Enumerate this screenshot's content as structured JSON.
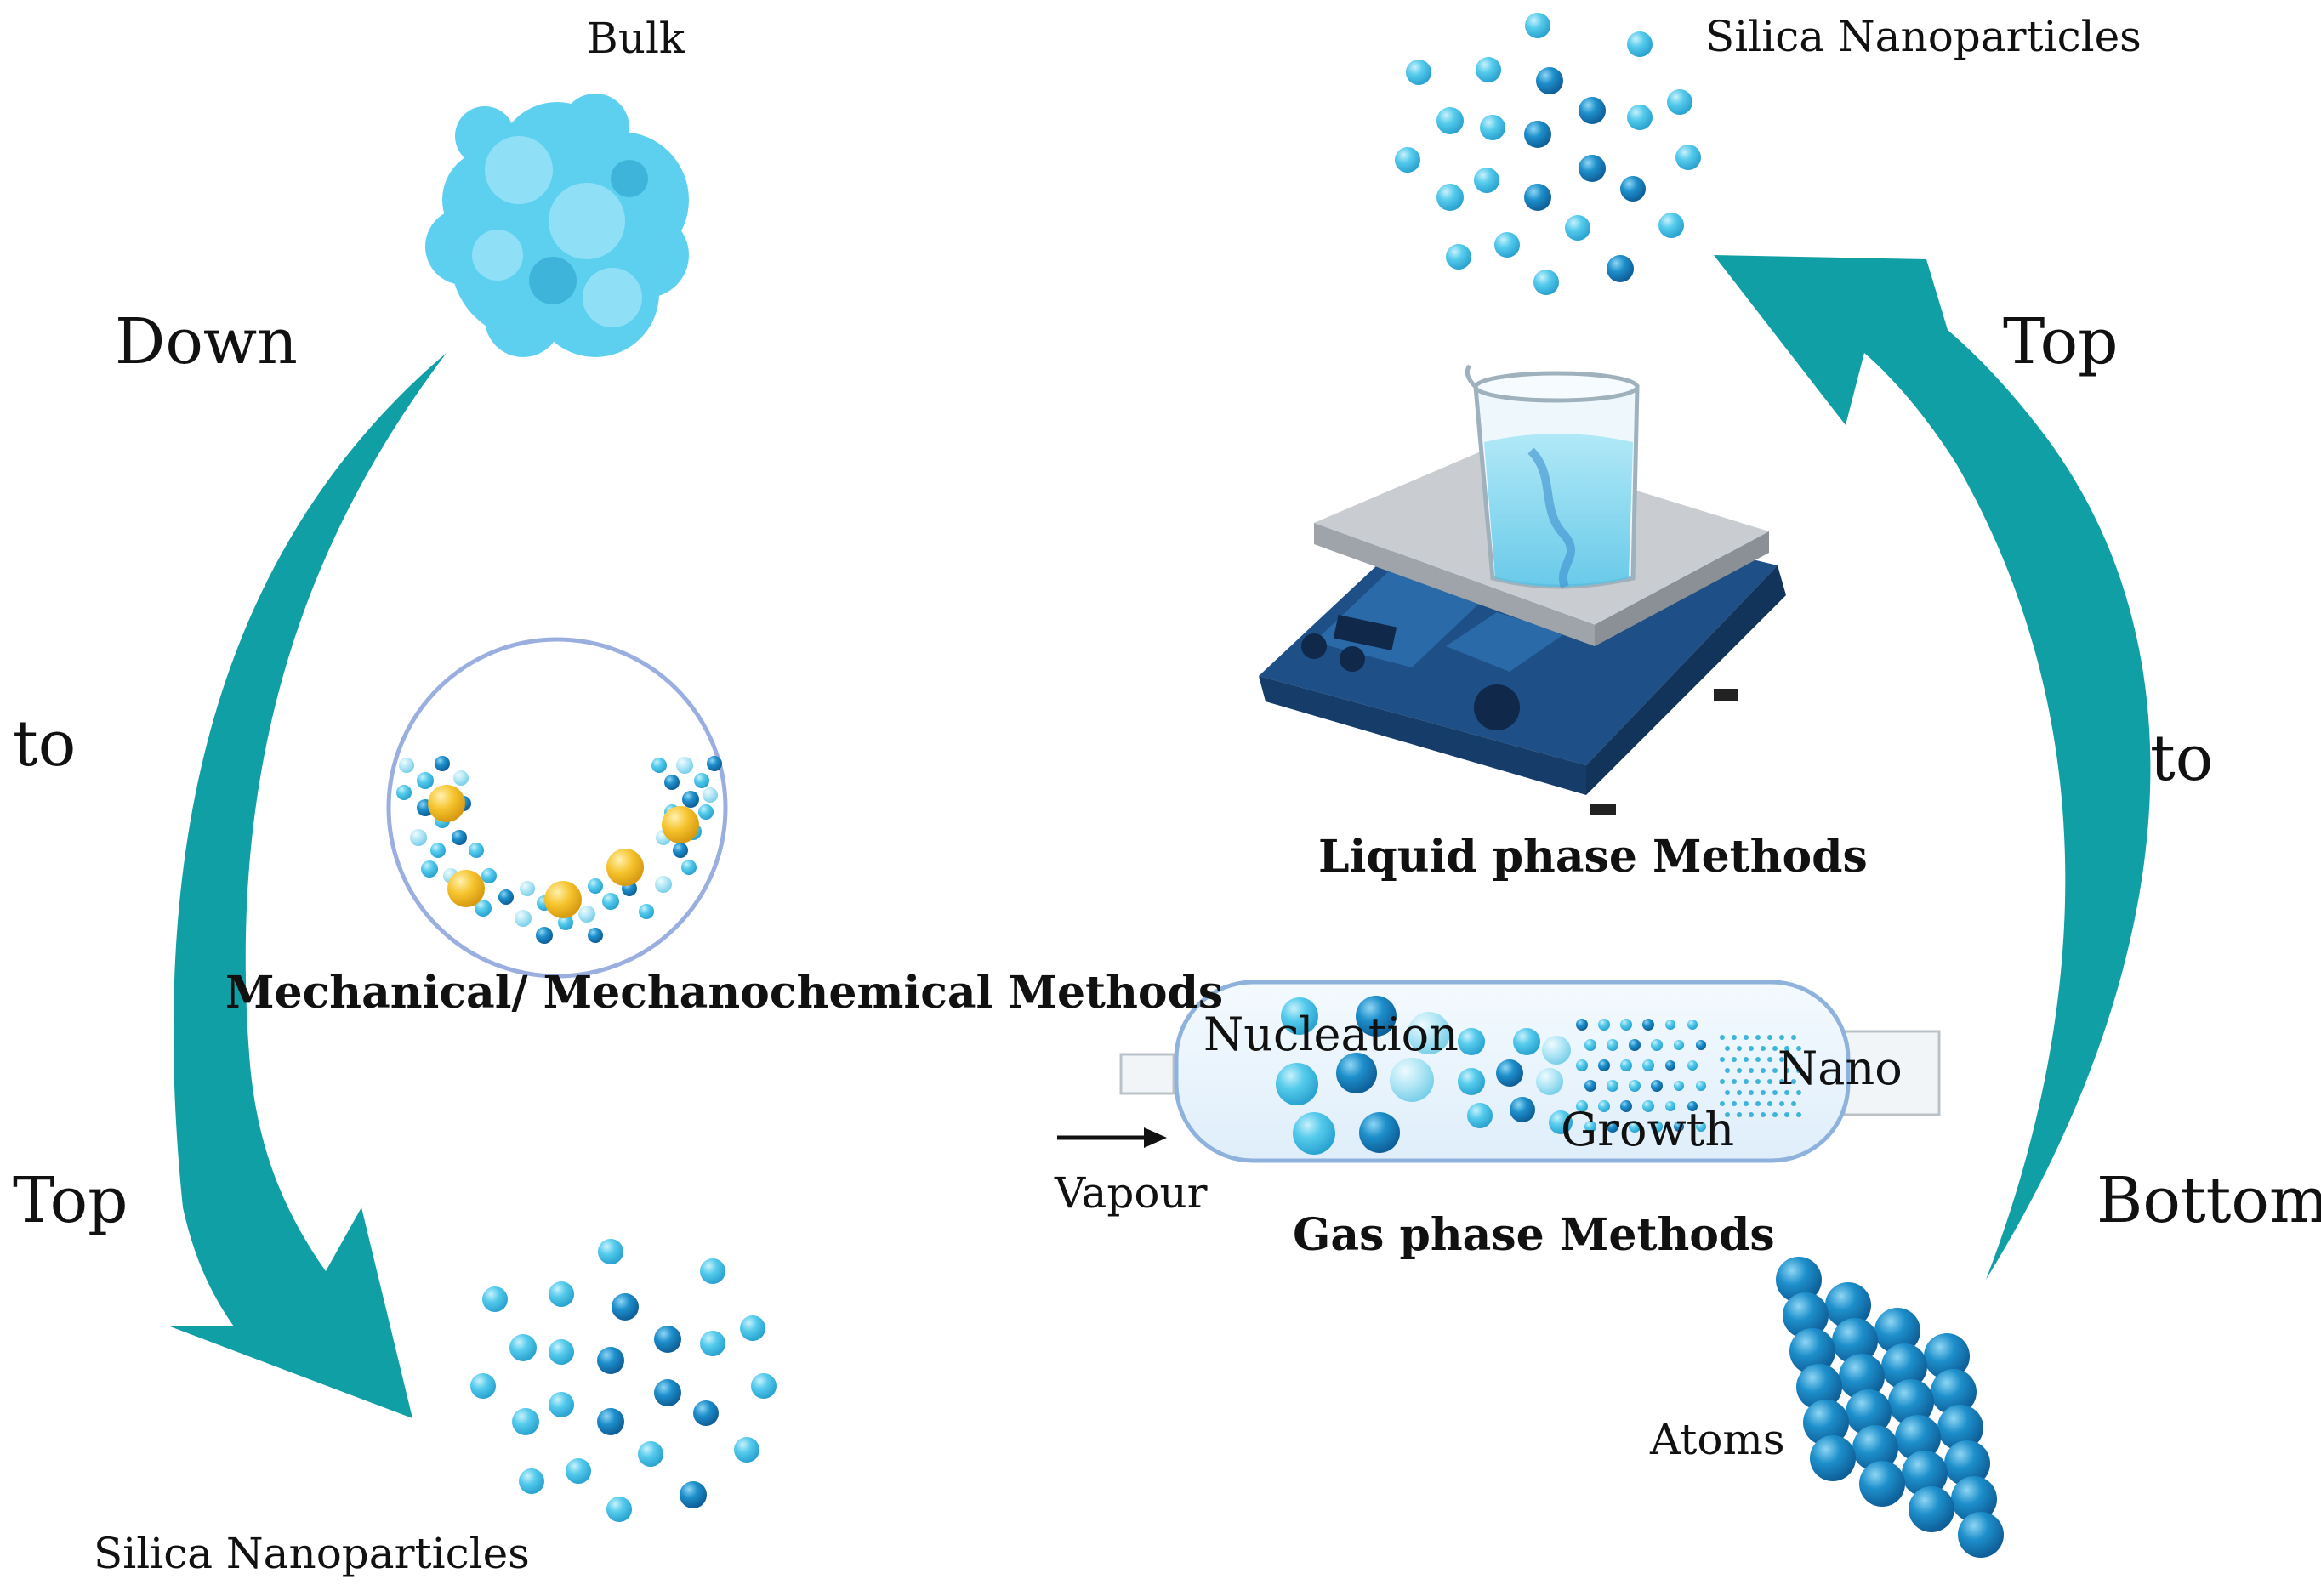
{
  "labels": {
    "bulk": "Bulk",
    "silica_top_right": "Silica Nanoparticles",
    "silica_bottom_left": "Silica Nanoparticles",
    "left_down": "Down",
    "left_to": "to",
    "left_top": "Top",
    "right_top": "Top",
    "right_to": "to",
    "right_bottom": "Bottom",
    "mechanical_methods": "Mechanical/ Mechanochemical Methods",
    "liquid_methods": "Liquid phase Methods",
    "gas_methods": "Gas phase Methods",
    "nucleation": "Nucleation",
    "growth": "Growth",
    "nano": "Nano",
    "vapour": "Vapour",
    "atoms": "Atoms"
  },
  "colors": {
    "arrow_teal": "#0f9fa4",
    "particle_light": "#4fc9ea",
    "particle_dark": "#1e90c9",
    "bulk_fill": "#5dd0f0",
    "hotplate_blue": "#1e4f86",
    "ball_yellow": "#f4bf2a",
    "text": "#111111"
  }
}
